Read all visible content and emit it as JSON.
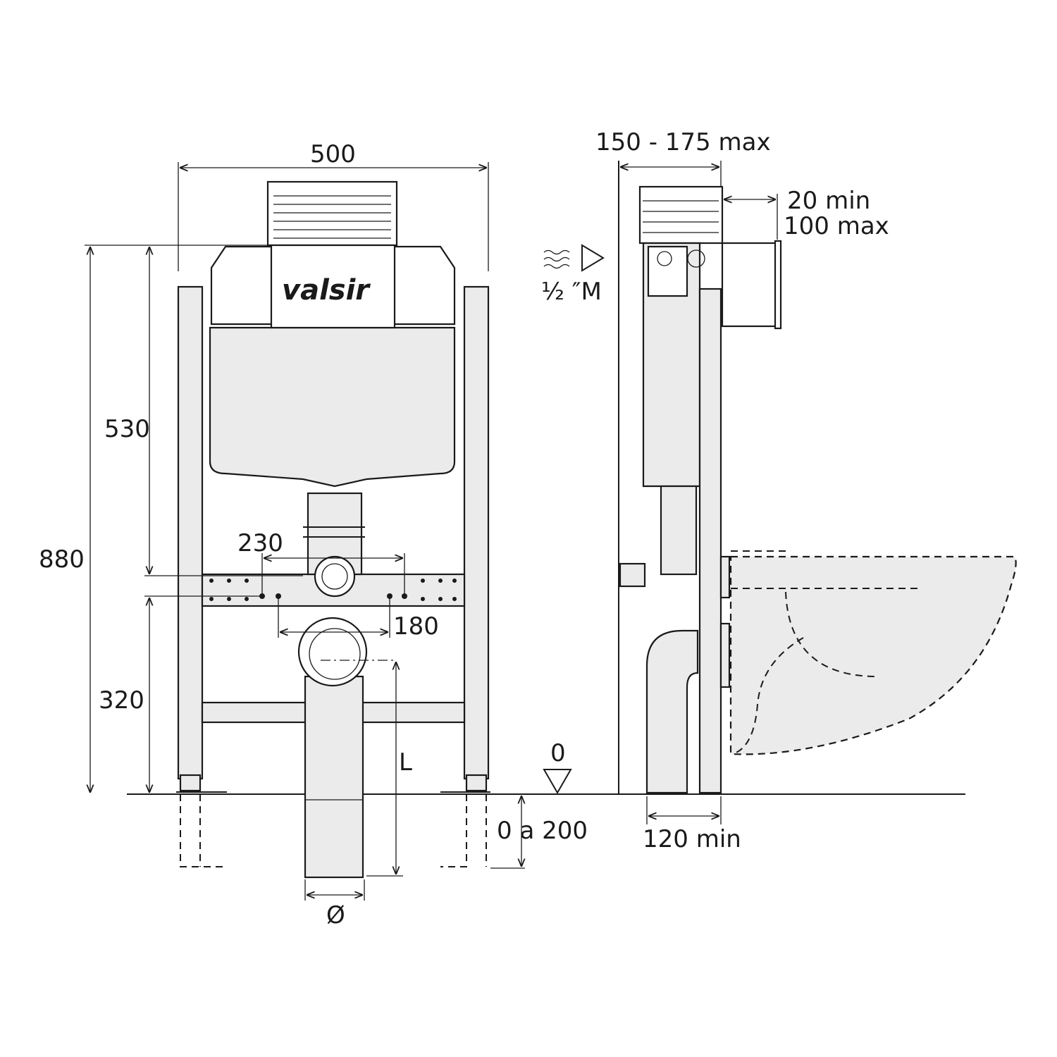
{
  "front_view": {
    "width_label": "500",
    "cistern_height_label": "530",
    "total_height_label": "880",
    "lower_height_label": "320",
    "fixing_230_label": "230",
    "fixing_180_label": "180",
    "pipe_length_label": "L",
    "pipe_diameter_label": "Ø",
    "foot_extension_label": "0 a 200",
    "floor_level_label": "0",
    "brand_logo": "valsir"
  },
  "side_view": {
    "depth_label": "150 - 175 max",
    "plate_min_label": "20 min",
    "plate_max_label": "100 max",
    "water_inlet_label": "½ ″M",
    "min_depth_label": "120 min"
  }
}
